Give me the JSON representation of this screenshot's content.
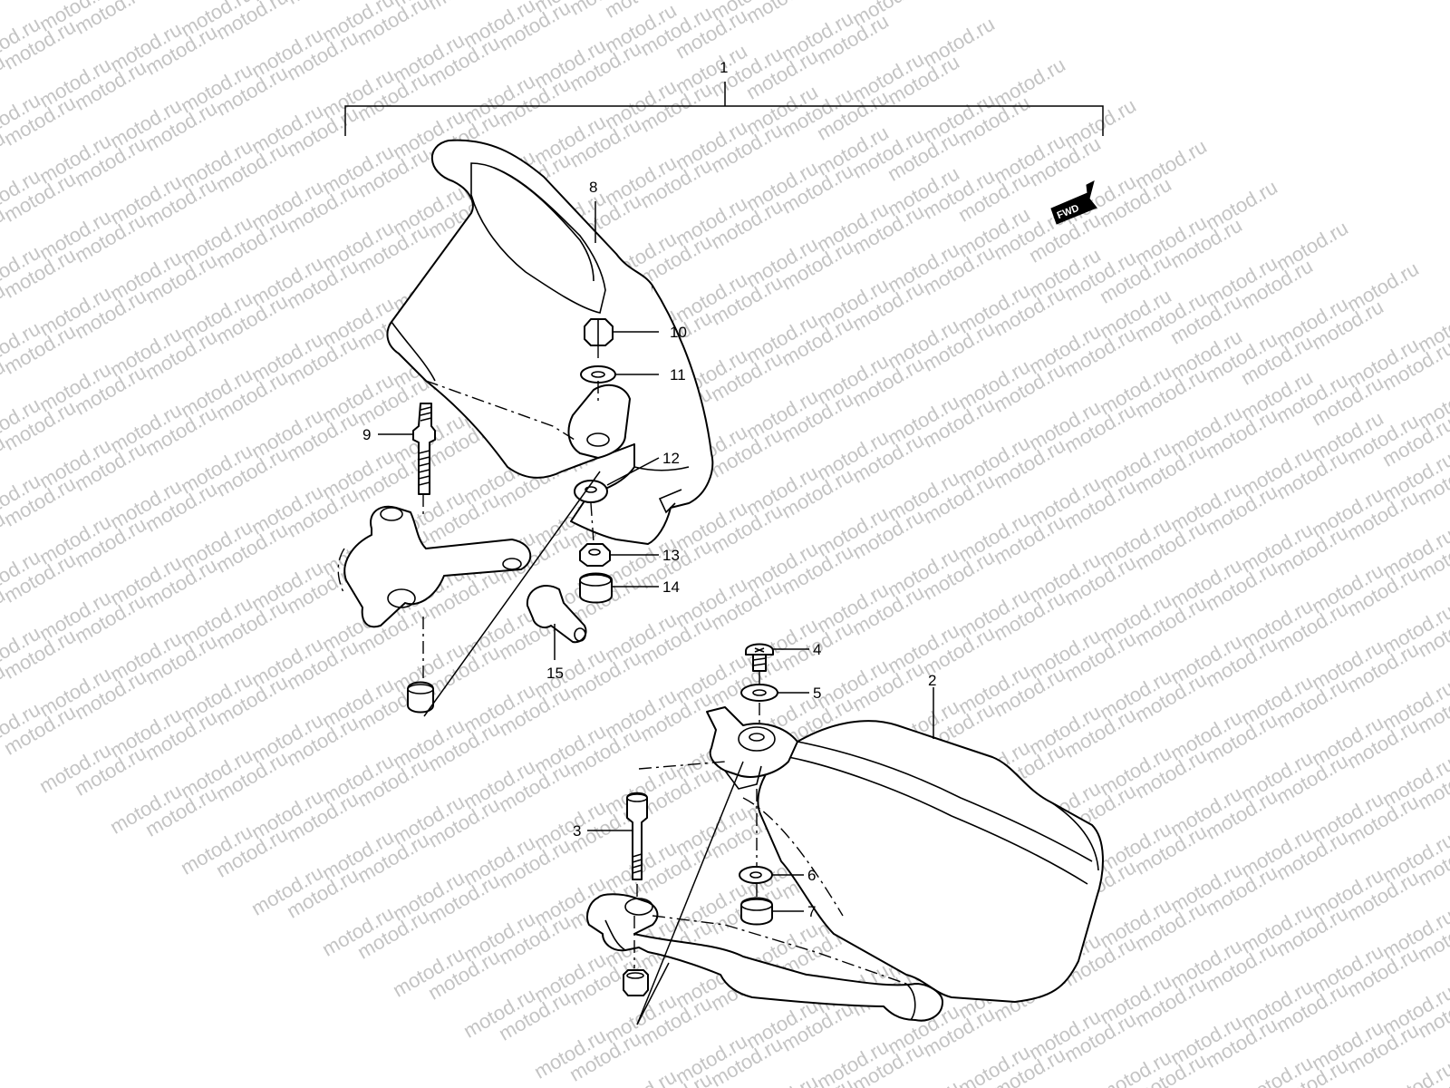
{
  "watermark": "motod.ru",
  "fwd_label": "FWD",
  "callouts": [
    "1",
    "2",
    "3",
    "4",
    "5",
    "6",
    "7",
    "8",
    "9",
    "10",
    "11",
    "12",
    "13",
    "14",
    "15"
  ]
}
